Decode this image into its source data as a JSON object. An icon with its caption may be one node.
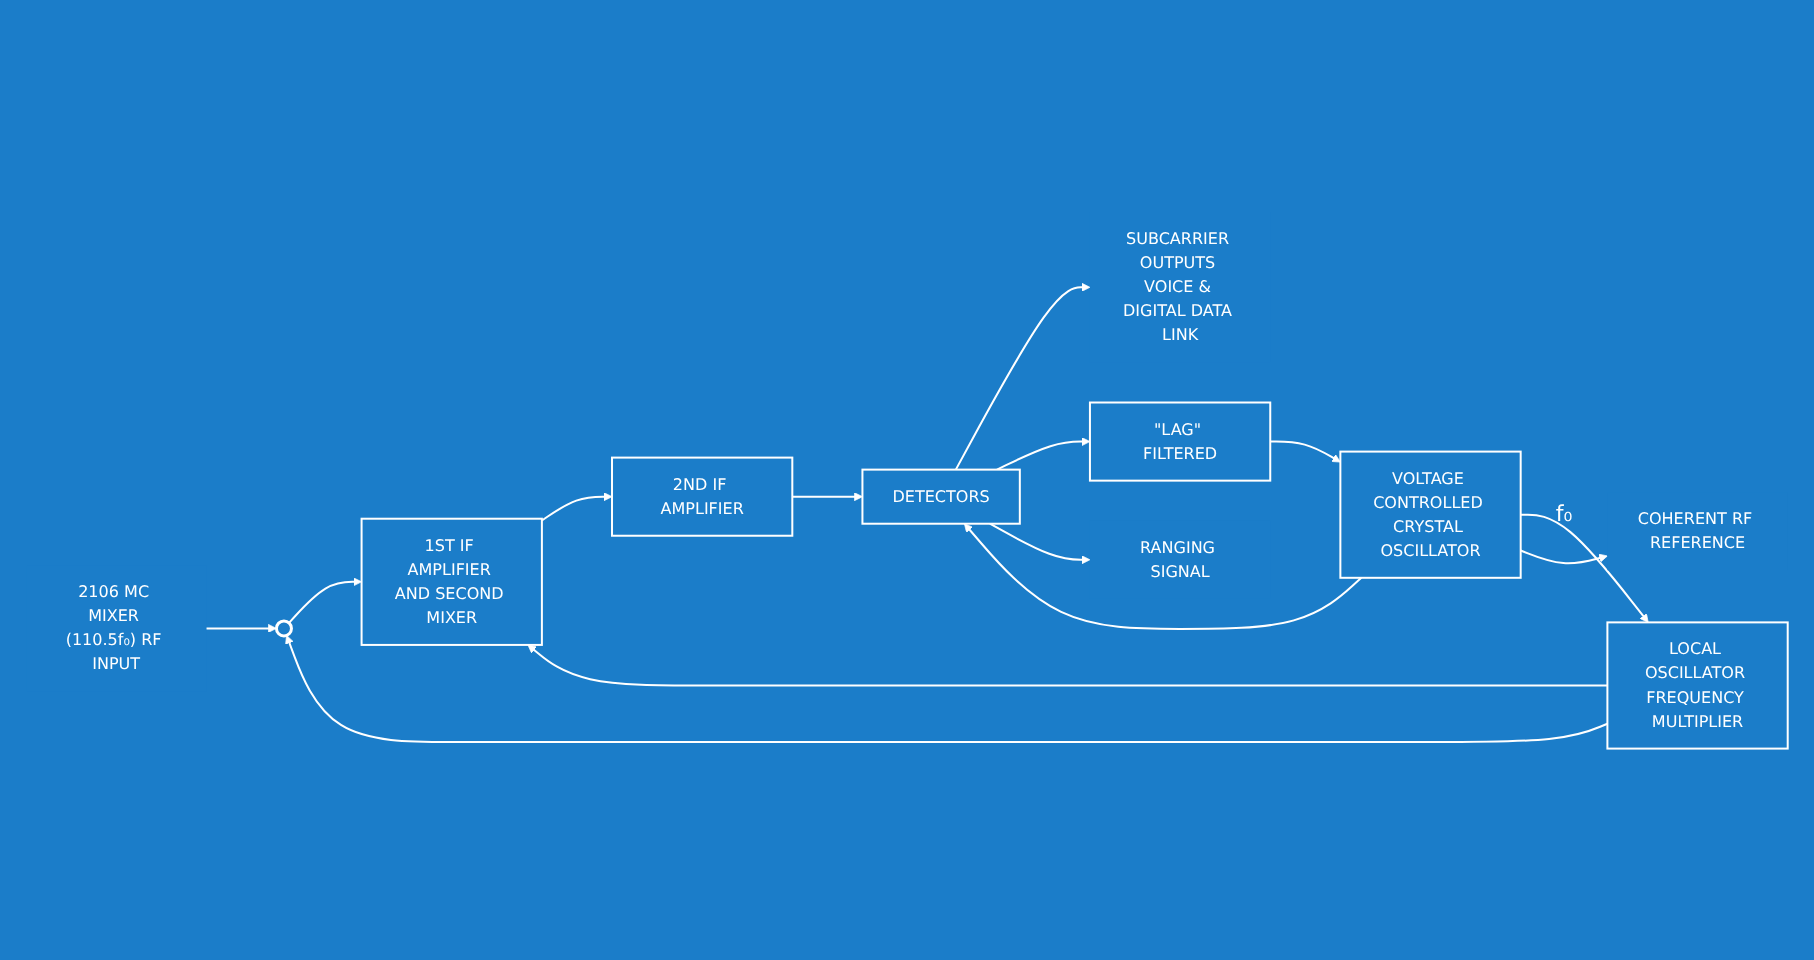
{
  "diagram": {
    "nodes": [
      {
        "text": [
          "2106 MC MIXER (110.5f₀) RF INPUT"
        ]
      },
      {
        "text": [],
        "shape": "circle"
      },
      {
        "text": [
          "1ST IF AMPLIFIER AND SECOND MIXER"
        ]
      },
      {
        "text": [
          "2ND IF AMPLIFIER"
        ]
      },
      {
        "text": [
          "DETECTORS"
        ]
      },
      {
        "text": [
          "SUBCARRIER OUTPUTS VOICE & DIGITAL DATA LINK"
        ]
      },
      {
        "text": [
          "\"LAG\" FILTERED"
        ]
      },
      {
        "text": [
          "RANGING SIGNAL"
        ]
      },
      {
        "text": [
          "LOCAL OSCILLATOR FREQUENCY MULTIPLIER"
        ]
      },
      {
        "text": [
          "VOLTAGE CONTROLLED CRYSTAL OSCILLATOR"
        ]
      },
      {
        "text": [
          "COHERENT RF REFERENCE"
        ]
      }
    ],
    "edges": [
      {
        "from": 0,
        "to": 1,
        "arrow": "to"
      },
      {
        "from": 1,
        "to": 2,
        "arrow": "to"
      },
      {
        "from": 2,
        "to": 3,
        "arrow": "to"
      },
      {
        "from": 3,
        "to": 4,
        "arrow": "to"
      },
      {
        "from": 4,
        "to": 5,
        "arrow": "to"
      },
      {
        "from": 4,
        "to": 6,
        "arrow": "to"
      },
      {
        "from": 4,
        "to": 7,
        "arrow": "to"
      },
      {
        "from": 6,
        "to": 9,
        "arrow": "to"
      },
      {
        "from": 9,
        "to": 4,
        "arrow": "to"
      },
      {
        "from": 9,
        "to": 8,
        "arrow": "to",
        "label": "f₀"
      },
      {
        "from": 9,
        "to": 10,
        "arrow": "to"
      },
      {
        "from": 8,
        "to": 1,
        "arrow": "to"
      },
      {
        "from": 8,
        "to": 2,
        "arrow": "to"
      }
    ]
  }
}
